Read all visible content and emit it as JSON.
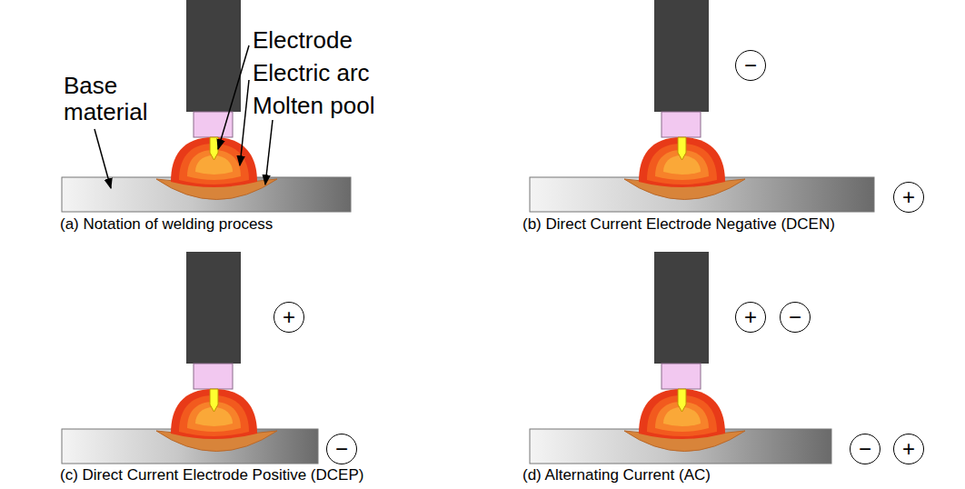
{
  "diagram": {
    "nodes": [
      {
        "text": [
          "−"
        ]
      },
      {
        "text": [
          "+"
        ]
      },
      {
        "text": [
          "+"
        ]
      },
      {
        "text": [
          "−"
        ]
      },
      {
        "text": [
          "+"
        ]
      },
      {
        "text": [
          "−"
        ]
      },
      {
        "text": [
          "−"
        ]
      },
      {
        "text": [
          "+"
        ]
      }
    ],
    "labels": [
      "Electrode",
      "Electric arc",
      "Molten pool",
      "Base material",
      "(a) Notation of welding process",
      "(b) Direct Current Electrode Negative (DCEN)",
      "(c) Direct Current Electrode Positive (DCEP)",
      "(d) Alternating Current (AC)"
    ]
  }
}
